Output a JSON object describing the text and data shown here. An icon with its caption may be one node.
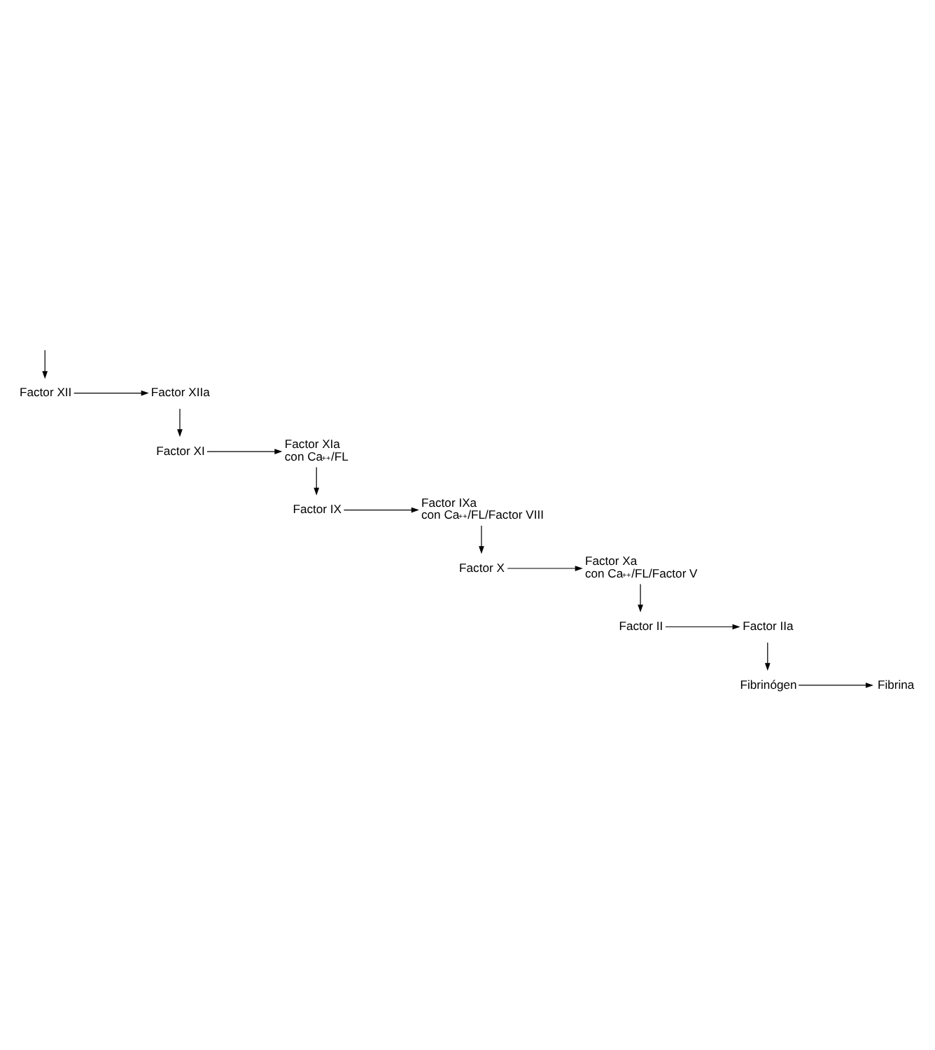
{
  "diagram": {
    "nodes": [
      {
        "text": [
          "Factor XII"
        ]
      },
      {
        "text": [
          "Factor XIIa"
        ]
      },
      {
        "text": [
          "Factor XI"
        ]
      },
      {
        "text": [
          "Factor XIa",
          "con Ca$^{++}$/FL"
        ]
      },
      {
        "text": [
          "Factor IX"
        ]
      },
      {
        "text": [
          "Factor IXa",
          "con Ca$^{++}$/FL/Factor VIII"
        ]
      },
      {
        "text": [
          "Factor X"
        ]
      },
      {
        "text": [
          "Factor Xa",
          "con Ca$^{++}$/FL/Factor V"
        ]
      },
      {
        "text": [
          "Factor II"
        ]
      },
      {
        "text": [
          "Factor IIa"
        ]
      },
      {
        "text": [
          "Fibrinógen"
        ]
      },
      {
        "text": [
          "Fibrina"
        ]
      }
    ],
    "edges": [
      {
        "from": null,
        "to": 0,
        "arrow": "to"
      },
      {
        "from": 0,
        "to": 1,
        "arrow": "to"
      },
      {
        "from": 1,
        "to": 2,
        "arrow": "to"
      },
      {
        "from": 2,
        "to": 3,
        "arrow": "to"
      },
      {
        "from": 3,
        "to": 4,
        "arrow": "to"
      },
      {
        "from": 4,
        "to": 5,
        "arrow": "to"
      },
      {
        "from": 5,
        "to": 6,
        "arrow": "to"
      },
      {
        "from": 6,
        "to": 7,
        "arrow": "to"
      },
      {
        "from": 7,
        "to": 8,
        "arrow": "to"
      },
      {
        "from": 8,
        "to": 9,
        "arrow": "to"
      },
      {
        "from": 9,
        "to": 10,
        "arrow": "to"
      },
      {
        "from": 10,
        "to": 11,
        "arrow": "to"
      }
    ]
  }
}
